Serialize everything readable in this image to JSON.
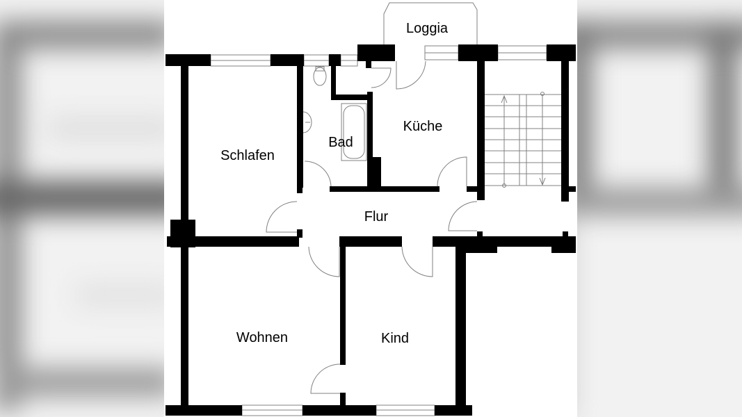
{
  "floorplan": {
    "rooms": [
      {
        "id": "loggia",
        "label": "Loggia"
      },
      {
        "id": "schlafen",
        "label": "Schlafen"
      },
      {
        "id": "bad",
        "label": "Bad"
      },
      {
        "id": "kueche",
        "label": "Küche"
      },
      {
        "id": "flur",
        "label": "Flur"
      },
      {
        "id": "wohnen",
        "label": "Wohnen"
      },
      {
        "id": "kind",
        "label": "Kind"
      }
    ],
    "colors": {
      "wall": "#000000",
      "line": "#808080",
      "background": "#ffffff"
    }
  }
}
